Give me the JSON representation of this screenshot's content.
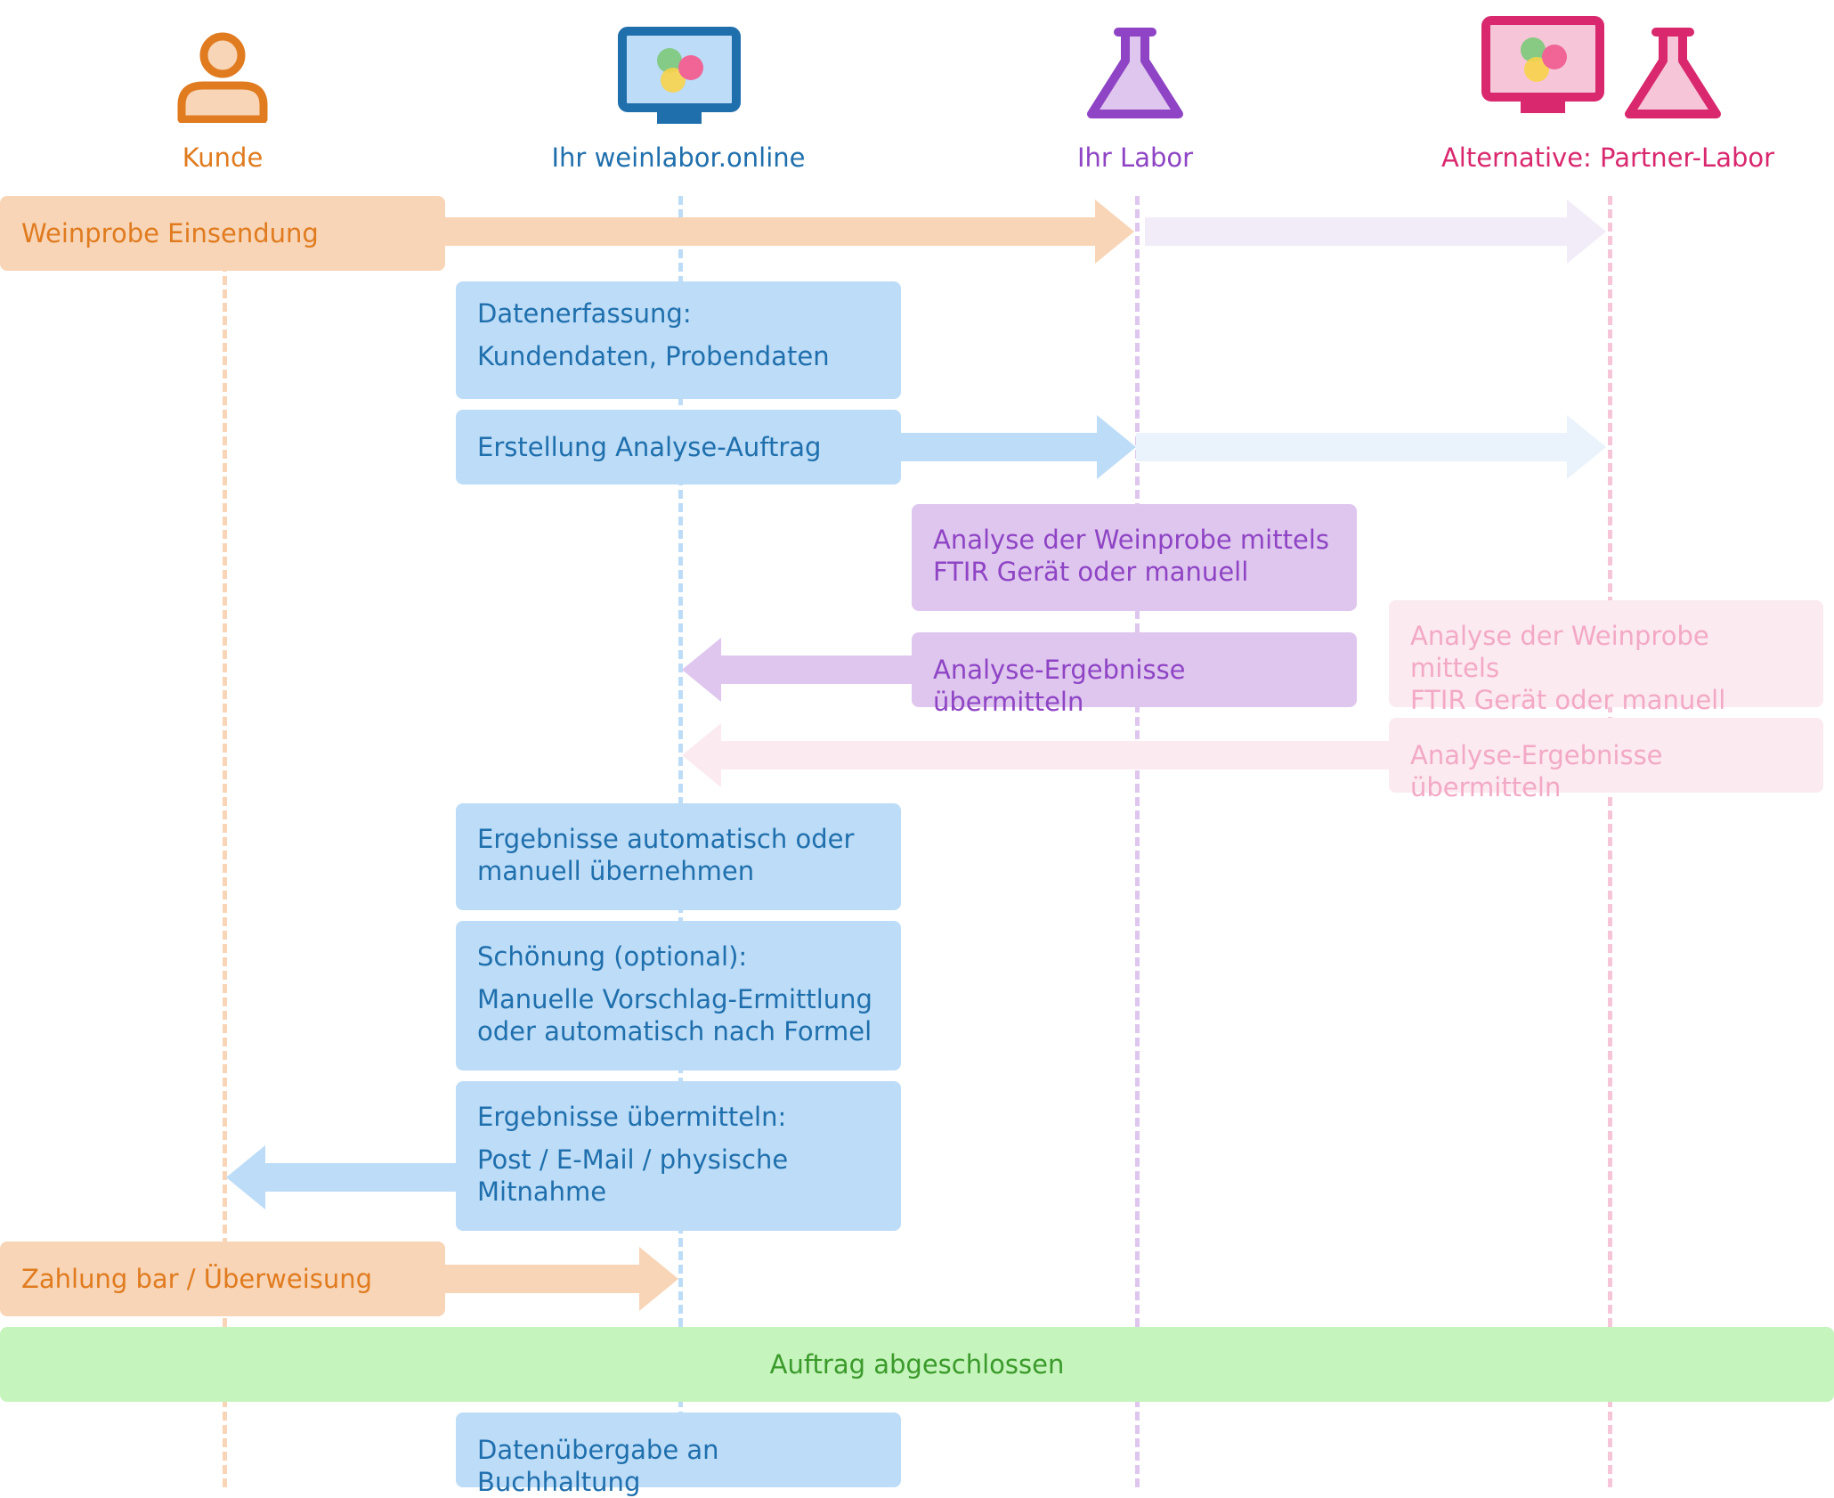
{
  "lanes": {
    "kunde": "Kunde",
    "weinlabor": "Ihr weinlabor.online",
    "labor": "Ihr Labor",
    "partner": "Alternative: Partner-Labor"
  },
  "colors": {
    "orange": "#e07b1f",
    "orange_fill": "#f8d5b6",
    "blue": "#1f6fad",
    "blue_fill": "#bcdcf7",
    "purple": "#8e44c4",
    "purple_fill": "#dfc6ee",
    "pink": "#d9286e",
    "green": "#3a9a2a",
    "green_fill": "#c6f4bd"
  },
  "steps": {
    "einsendung": "Weinprobe Einsendung",
    "datenerfassung_1": "Datenerfassung:",
    "datenerfassung_2": "Kundendaten, Probendaten",
    "auftrag": "Erstellung Analyse-Auftrag",
    "analyse_1": "Analyse der Weinprobe mittels",
    "analyse_2": "FTIR Gerät oder manuell",
    "uebermitteln": "Analyse-Ergebnisse übermitteln",
    "partner_analyse_1": "Analyse der Weinprobe mittels",
    "partner_analyse_2": "FTIR Gerät oder manuell",
    "partner_uebermitteln": "Analyse-Ergebnisse übermitteln",
    "uebernehmen_1": "Ergebnisse automatisch oder",
    "uebernehmen_2": "manuell übernehmen",
    "schoenung_1": "Schönung (optional):",
    "schoenung_2": "Manuelle Vorschlag-Ermittlung",
    "schoenung_3": "oder automatisch nach Formel",
    "ergebnisse_1": "Ergebnisse übermitteln:",
    "ergebnisse_2": "Post / E-Mail / physische",
    "ergebnisse_3": "Mitnahme",
    "zahlung": "Zahlung bar / Überweisung",
    "abgeschlossen": "Auftrag abgeschlossen",
    "buchhaltung": "Datenübergabe an Buchhaltung"
  },
  "icons": {
    "kunde": "person-icon",
    "weinlabor": "monitor-icon",
    "labor": "flask-icon",
    "partner_monitor": "monitor-icon",
    "partner_flask": "flask-icon"
  }
}
